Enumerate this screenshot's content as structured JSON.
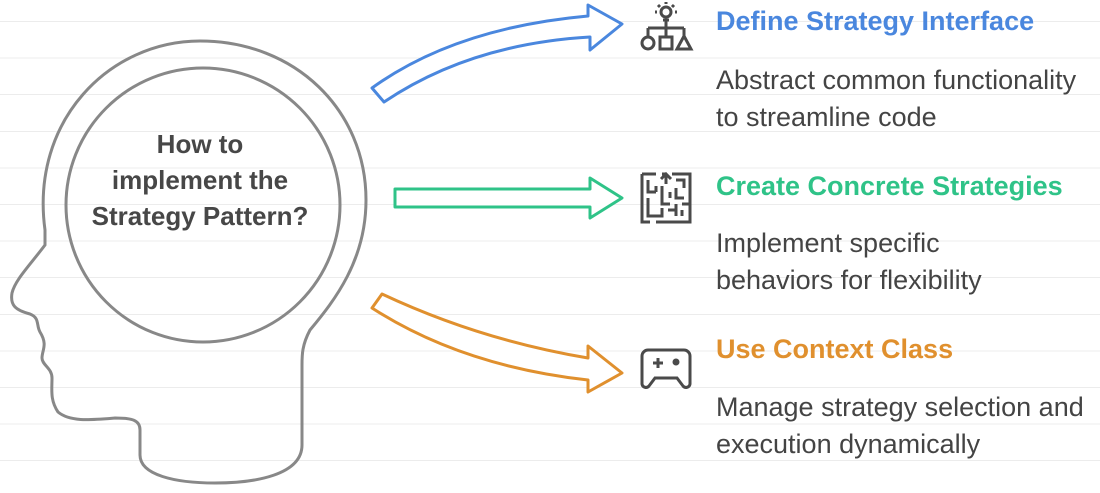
{
  "central_question": "How to implement the Strategy Pattern?",
  "steps": [
    {
      "title": "Define Strategy Interface",
      "description": "Abstract common functionality to streamline code",
      "color": "#4a87de",
      "icon": "lightbulb-shapes-icon"
    },
    {
      "title": "Create Concrete Strategies",
      "description": "Implement specific behaviors for flexibility",
      "color": "#2fc388",
      "icon": "maze-icon"
    },
    {
      "title": "Use Context Class",
      "description": "Manage strategy selection and execution dynamically",
      "color": "#e0902e",
      "icon": "gamepad-icon"
    }
  ]
}
